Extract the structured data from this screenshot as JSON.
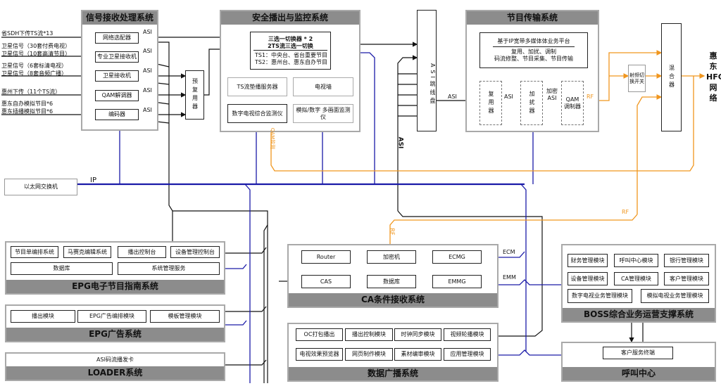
{
  "inputs": [
    "省SDH下传TS流*13",
    "卫星信号（30套付费电视）",
    "卫星信号（10套高清节目）",
    "卫星信号（6套标清电视）",
    "卫星信号（8套音频广播）",
    "惠州下传（11个TS流）",
    "惠东自办模拟节目*6",
    "惠东插播模拟节目*6"
  ],
  "signal": {
    "title": "信号接收处理系统",
    "items": [
      "网络选配器",
      "专业卫星接收机",
      "卫星接收机",
      "QAM解调器",
      "编码器"
    ],
    "premux": "预复用器"
  },
  "safety": {
    "title": "安全播出与监控系统",
    "switch_line1": "三选一切换器 * 2",
    "switch_line2": "2TS流三选一切换",
    "ts1": "TS1：中央台、省台重要节目",
    "ts2": "TS2：惠州台、惠东自办节目",
    "items": [
      "TS流垫播服务器",
      "电视墙",
      "数字电视综合监测仪",
      "模拟/数字 多画面监测仪"
    ]
  },
  "patch": "ASI跳线盘",
  "transmission": {
    "title": "节目传输系统",
    "platform_title": "基于IP宽带多媒体体业务平台",
    "platform_line1": "复用、加扰、调制",
    "platform_line2": "码流修整、节目采集、节目传输",
    "items": [
      "复用器",
      "加扰器",
      "QAM调制器"
    ]
  },
  "rf_switch": "射频切换开关",
  "mixer": "混合器",
  "network": "惠东HFC网络",
  "ethernet": "以太网交换机",
  "labels": {
    "asi": "ASI",
    "ip": "IP",
    "rf": "RF",
    "enc_asi": "加密ASI",
    "qam_monitor": "QAM监测",
    "ecm": "ECM",
    "emm": "EMM"
  },
  "epg": {
    "title": "EPG电子节目指南系统",
    "items": [
      "节目单编排系统",
      "马赛克编辑系统",
      "播出控制台",
      "设备管理控制台",
      "数据库",
      "系统管理服务"
    ]
  },
  "epg_ad": {
    "title": "EPG广告系统",
    "items": [
      "播出模块",
      "EPG广告编排模块",
      "模板管理模块"
    ]
  },
  "loader": {
    "title": "LOADER系统",
    "items": [
      "ASI码流播发卡"
    ]
  },
  "ca": {
    "title": "CA条件接收系统",
    "items": [
      "Router",
      "加密机",
      "ECMG",
      "CAS",
      "数据库",
      "EMMG"
    ]
  },
  "databroadcast": {
    "title": "数据广播系统",
    "items": [
      "OC打包播出",
      "播出控制模块",
      "时钟同步模块",
      "视频轮播模块",
      "电视效果预览器",
      "网页制作模块",
      "素材编审模块",
      "应用管理模块"
    ]
  },
  "boss": {
    "title": "BOSS综合业务运营支撑系统",
    "items": [
      "财务管理模块",
      "呼叫中心模块",
      "银行管理模块",
      "设备管理模块",
      "CA管理模块",
      "客户管理模块",
      "数字电视业务管理模块",
      "模拟电视业务管理模块"
    ]
  },
  "callcenter": {
    "title": "呼叫中心",
    "items": [
      "客户服务终端"
    ]
  },
  "colors": {
    "ip_line": "#1a1aa8",
    "rf_line": "#f0961e",
    "bus": "#111111",
    "header": "#8c8c8c"
  }
}
